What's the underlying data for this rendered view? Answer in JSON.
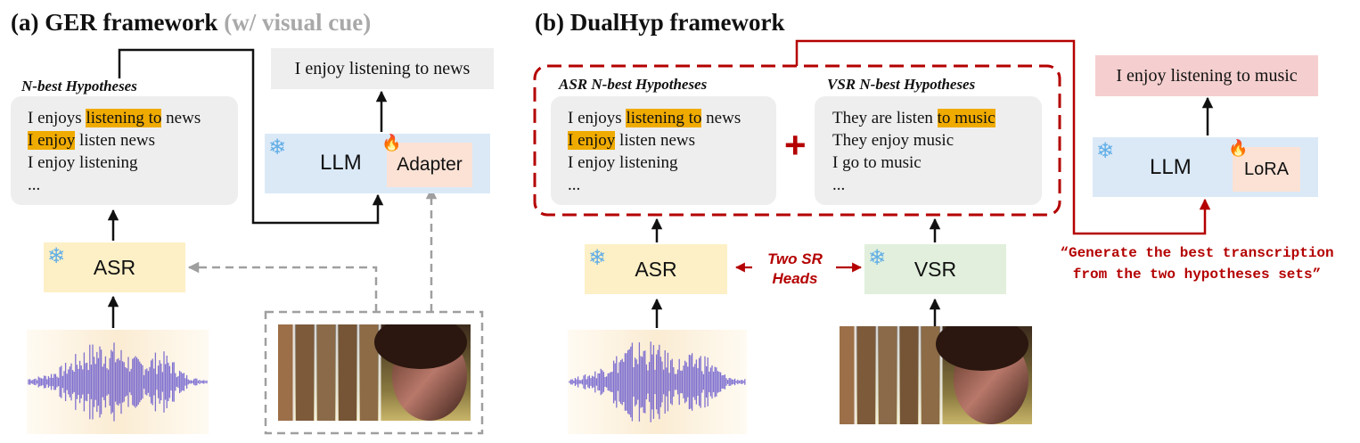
{
  "panel_a": {
    "title": "(a) GER framework",
    "title_note": "(w/ visual cue)",
    "nbest_label": "N-best Hypotheses",
    "hypotheses": [
      {
        "before": "I enjoys ",
        "highlight": "listening to",
        "after": " news"
      },
      {
        "before": "",
        "highlight": "I enjoy",
        "after": " listen news"
      },
      {
        "before": "I enjoy listening",
        "highlight": "",
        "after": ""
      },
      {
        "before": "...",
        "highlight": "",
        "after": ""
      }
    ],
    "output": "I enjoy listening to news",
    "llm_label": "LLM",
    "adapter_label": "Adapter",
    "asr_label": "ASR"
  },
  "panel_b": {
    "title": "(b) DualHyp framework",
    "asr_nbest_label": "ASR N-best Hypotheses",
    "asr_hypotheses": [
      {
        "before": "I enjoys ",
        "highlight": "listening to",
        "after": " news"
      },
      {
        "before": "",
        "highlight": "I enjoy",
        "after": " listen news"
      },
      {
        "before": "I enjoy listening",
        "highlight": "",
        "after": ""
      },
      {
        "before": "...",
        "highlight": "",
        "after": ""
      }
    ],
    "vsr_nbest_label": "VSR N-best Hypotheses",
    "vsr_hypotheses": [
      {
        "before": "They are listen ",
        "highlight": "to music",
        "after": ""
      },
      {
        "before": "They enjoy music",
        "highlight": "",
        "after": ""
      },
      {
        "before": "I go to music",
        "highlight": "",
        "after": ""
      },
      {
        "before": "...",
        "highlight": "",
        "after": ""
      }
    ],
    "plus": "+",
    "asr_label": "ASR",
    "vsr_label": "VSR",
    "heads_line1": "Two SR",
    "heads_line2": "Heads",
    "output": "I enjoy listening to music",
    "llm_label": "LLM",
    "lora_label": "LoRA",
    "prompt_line1": "“Generate the best transcription",
    "prompt_line2": "from the two hypotheses sets”"
  },
  "icons": {
    "frozen": "❄",
    "trainable": "🔥"
  },
  "colors": {
    "highlight": "#f0ab00",
    "llm_block": "#dbe9f7",
    "adapter_block": "#fbe2d5",
    "asr_block": "#fdf0c6",
    "vsr_block": "#e1efdc",
    "hyp_box": "#eeeeee",
    "output_a": "#eeeeee",
    "output_b": "#f5cfcf",
    "accent_red": "#b40000",
    "dashed_gray": "#9f9f9f"
  }
}
